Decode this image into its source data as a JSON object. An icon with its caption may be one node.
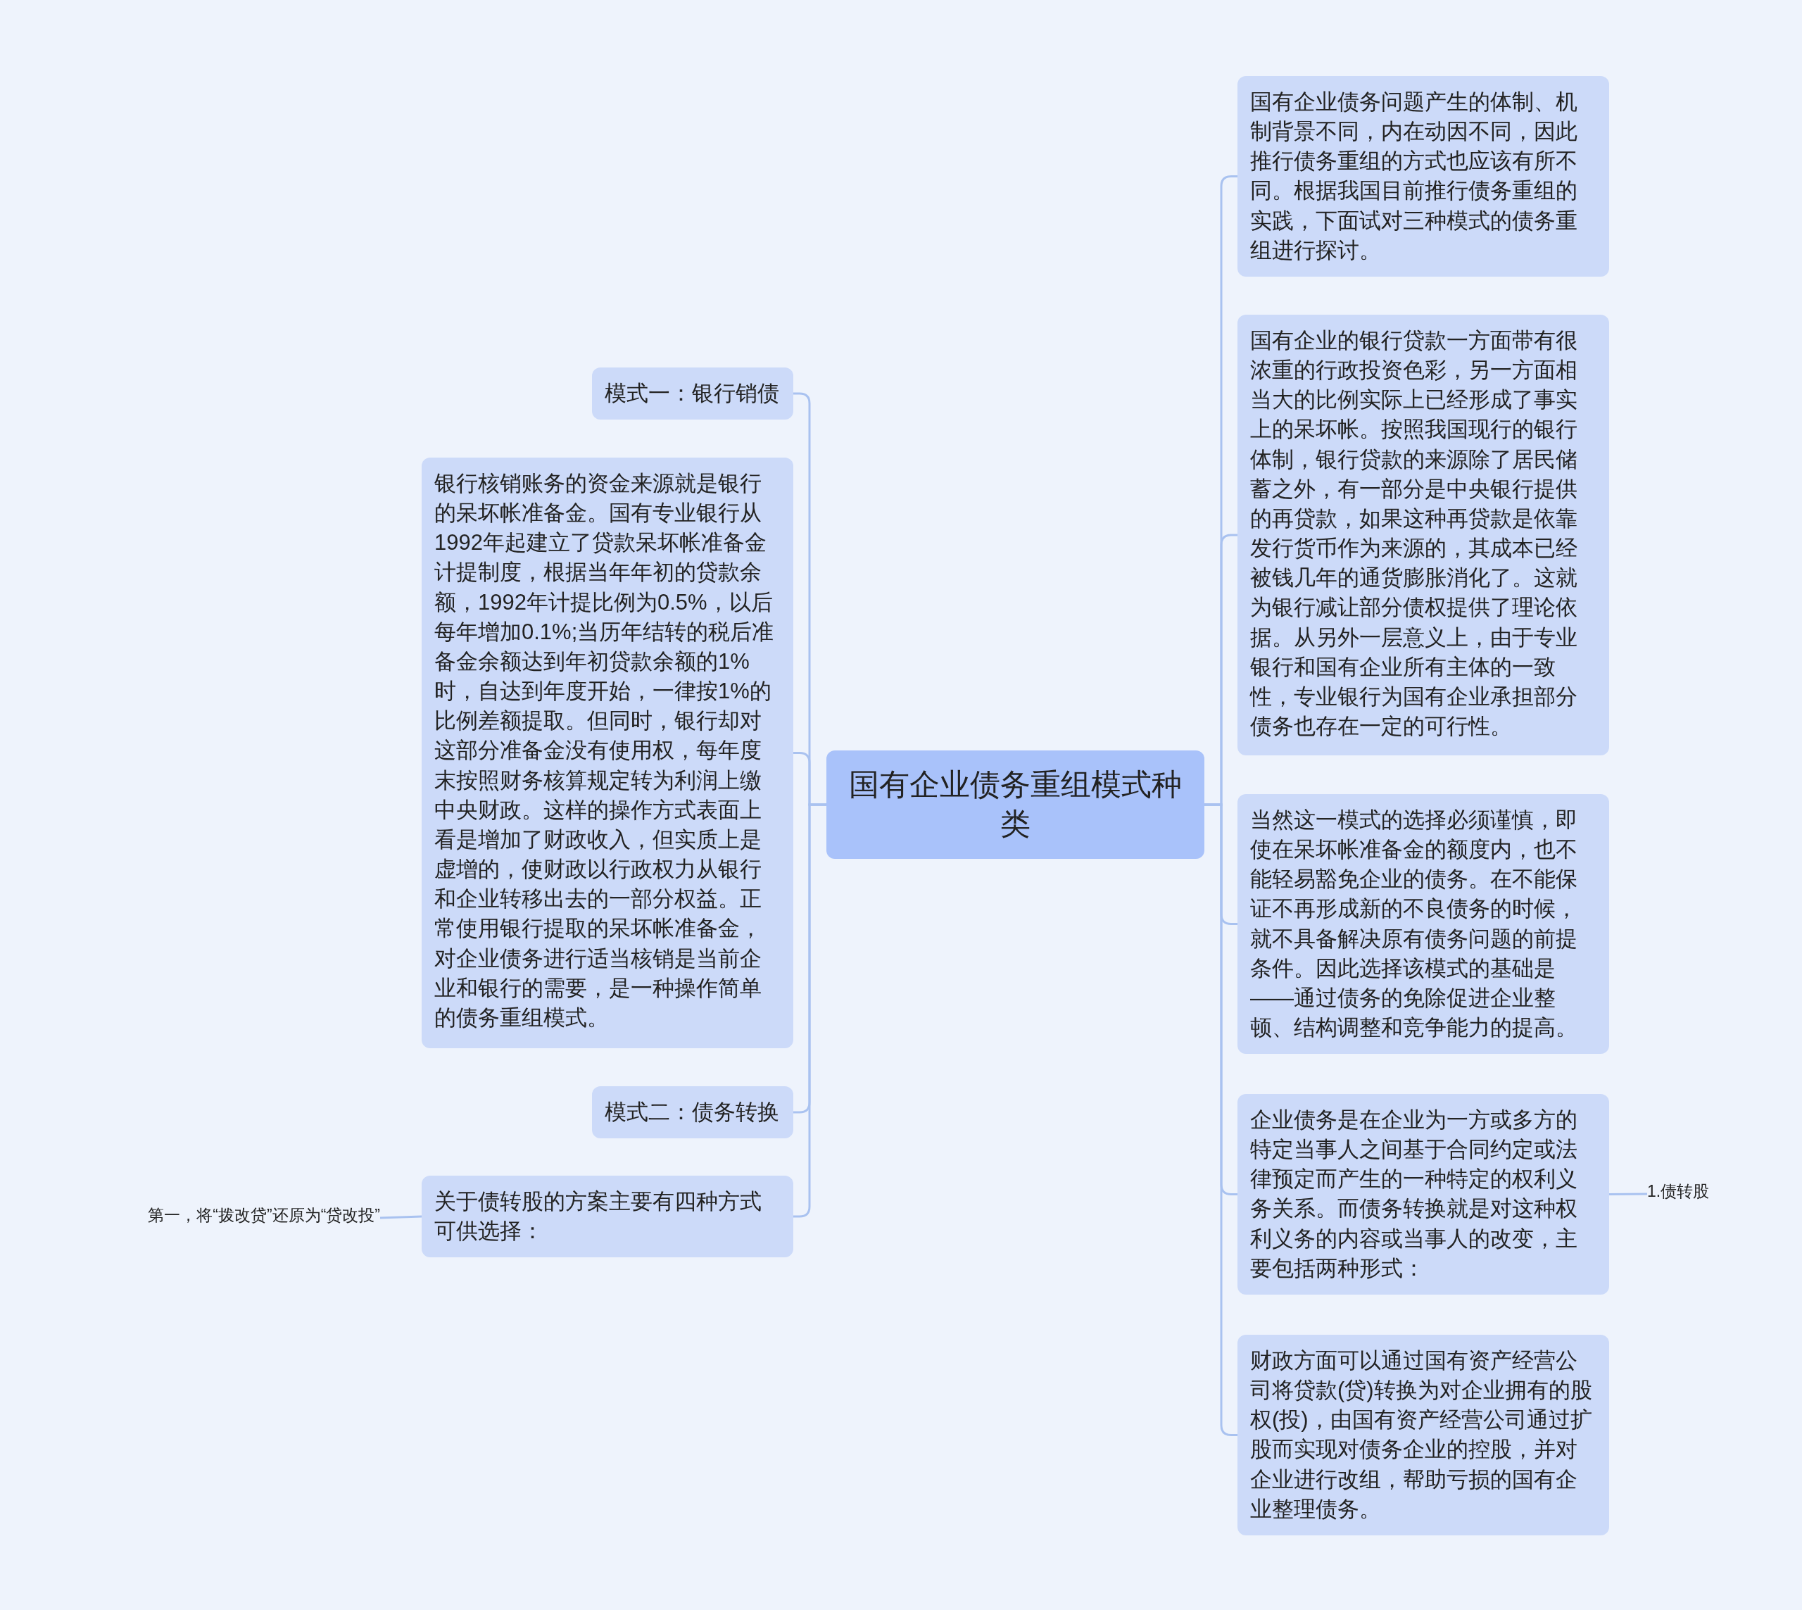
{
  "diagram": {
    "nodes": [
      {
        "text": [
          "国有企业债务重组模式种类"
        ]
      },
      {
        "text": [
          "模式一：银行销债"
        ]
      },
      {
        "text": [
          "银行核销账务的资金来源就是银行的呆坏帐准备金。国有专业银行从1992年起建立了贷款呆坏帐准备金计提制度，根据当年年初的贷款余额，1992年计提比例为0.5%，以后每年增加0.1%;当历年结转的税后准备金余额达到年初贷款余额的1%时，自达到年度开始，一律按1%的比例差额提取。但同时，银行却对这部分准备金没有使用权，每年度末按照财务核算规定转为利润上缴中央财政。这样的操作方式表面上看是增加了财政收入，但实质上是虚增的，使财政以行政权力从银行和企业转移出去的一部分权益。正常使用银行提取的呆坏帐准备金，对企业债务进行适当核销是当前企业和银行的需要，是一种操作简单的债务重组模式。"
        ]
      },
      {
        "text": [
          "模式二：债务转换"
        ]
      },
      {
        "text": [
          "关于债转股的方案主要有四种方式可供选择："
        ]
      },
      {
        "text": [
          "第一，将“拨改贷”还原为“贷改投”"
        ]
      },
      {
        "text": [
          "国有企业债务问题产生的体制、机制背景不同，内在动因不同，因此推行债务重组的方式也应该有所不同。根据我国目前推行债务重组的实践，下面试对三种模式的债务重组进行探讨。"
        ]
      },
      {
        "text": [
          "国有企业的银行贷款一方面带有很浓重的行政投资色彩，另一方面相当大的比例实际上已经形成了事实上的呆坏帐。按照我国现行的银行体制，银行贷款的来源除了居民储蓄之外，有一部分是中央银行提供的再贷款，如果这种再贷款是依靠发行货币作为来源的，其成本已经被钱几年的通货膨胀消化了。这就为银行减让部分债权提供了理论依据。从另外一层意义上，由于专业银行和国有企业所有主体的一致性，专业银行为国有企业承担部分债务也存在一定的可行性。"
        ]
      },
      {
        "text": [
          "当然这一模式的选择必须谨慎，即使在呆坏帐准备金的额度内，也不能轻易豁免企业的债务。在不能保证不再形成新的不良债务的时候，就不具备解决原有债务问题的前提条件。因此选择该模式的基础是——通过债务的免除促进企业整顿、结构调整和竞争能力的提高。"
        ]
      },
      {
        "text": [
          "企业债务是在企业为一方或多方的特定当事人之间基于合同约定或法律预定而产生的一种特定的权利义务关系。而债务转换就是对这种权利义务的内容或当事人的改变，主要包括两种形式："
        ]
      },
      {
        "text": [
          "财政方面可以通过国有资产经营公司将贷款(贷)转换为对企业拥有的股权(投)，由国有资产经营公司通过扩股而实现对债务企业的控股，并对企业进行改组，帮助亏损的国有企业整理债务。"
        ]
      },
      {
        "text": [
          "1.债转股"
        ]
      }
    ],
    "edges": [
      {
        "from": 0,
        "to": 1,
        "arrow": "none"
      },
      {
        "from": 0,
        "to": 2,
        "arrow": "none"
      },
      {
        "from": 0,
        "to": 3,
        "arrow": "none"
      },
      {
        "from": 0,
        "to": 4,
        "arrow": "none"
      },
      {
        "from": 4,
        "to": 5,
        "arrow": "none"
      },
      {
        "from": 0,
        "to": 6,
        "arrow": "none"
      },
      {
        "from": 0,
        "to": 7,
        "arrow": "none"
      },
      {
        "from": 0,
        "to": 8,
        "arrow": "none"
      },
      {
        "from": 0,
        "to": 9,
        "arrow": "none"
      },
      {
        "from": 0,
        "to": 10,
        "arrow": "none"
      },
      {
        "from": 9,
        "to": 11,
        "arrow": "none"
      }
    ]
  }
}
